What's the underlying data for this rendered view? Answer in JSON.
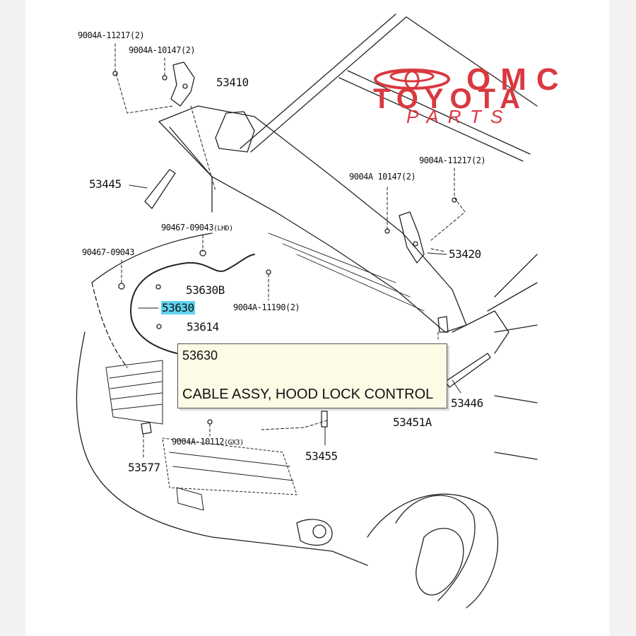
{
  "logo": {
    "line1": "OMC",
    "line2": "TOYOTA",
    "line3": "PARTS",
    "color": "#d9393f",
    "emblem": "toyota-emblem-icon"
  },
  "labels": {
    "p53410": "53410",
    "p53445": "53445",
    "p53420": "53420",
    "p53630": "53630",
    "p53630b": "53630B",
    "p53614": "53614",
    "p53446": "53446",
    "p53451a": "53451A",
    "p53455": "53455",
    "p53577": "53577",
    "b11217_left": "9004A-11217(2)",
    "b10147_left": "9004A-10147(2)",
    "b11217_right": "9004A-11217(2)",
    "b10147_right": "9004A 10147(2)",
    "clip_lhd": "90467-09043",
    "clip_lhd_note": "LHD",
    "clip": "90467-09043",
    "b11190": "9004A-11190(2)",
    "b10112": "9004A-10112",
    "b10112_note": "GX3"
  },
  "highlight_color": "#5fd3f0",
  "tooltip": {
    "code": "53630",
    "description": "CABLE ASSY, HOOD LOCK CONTROL"
  }
}
